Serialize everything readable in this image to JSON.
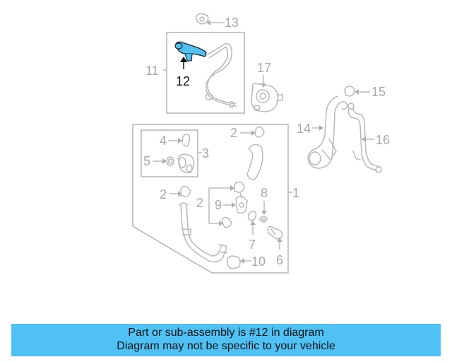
{
  "diagram": {
    "callouts": {
      "c1": "1",
      "c2a": "2",
      "c2b": "2",
      "c2c": "2",
      "c2d": "2",
      "c3": "3",
      "c4": "4",
      "c5": "5",
      "c6": "6",
      "c7": "7",
      "c8": "8",
      "c9": "9",
      "c10": "10",
      "c11": "11",
      "c12": "12",
      "c13": "13",
      "c14": "14",
      "c15": "15",
      "c16": "16",
      "c17": "17"
    },
    "highlighted_part": "12",
    "colors": {
      "highlight": "#4fc1f5",
      "outline": "#b8b8b8",
      "caption_bg": "#4fc1f5"
    }
  },
  "caption": {
    "line1": "Part or sub-assembly is #12 in diagram",
    "line2": "Diagram may not be specific to your vehicle"
  }
}
